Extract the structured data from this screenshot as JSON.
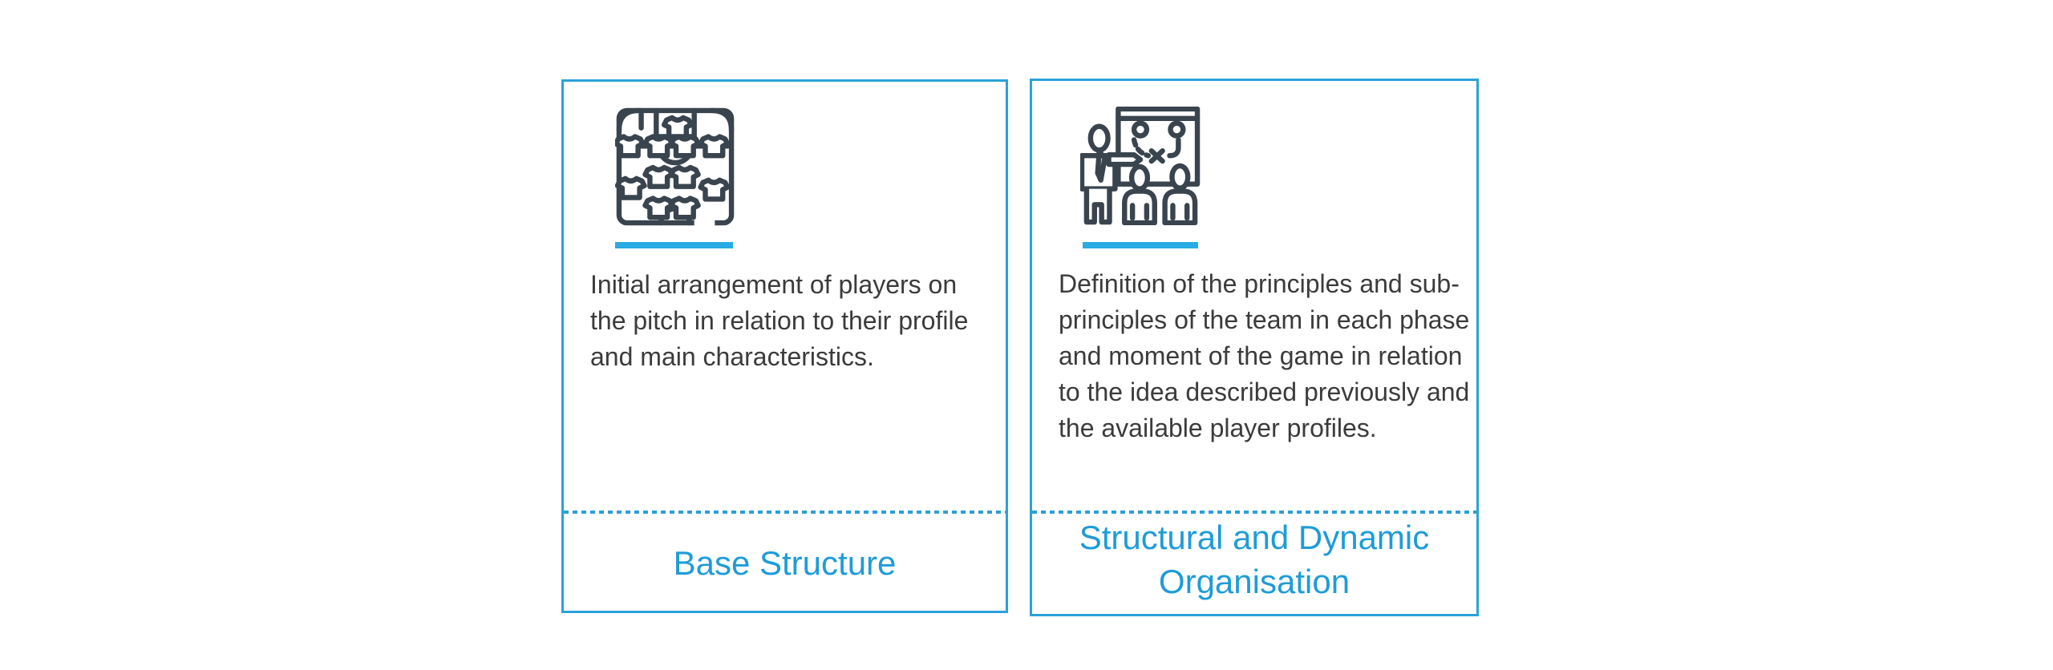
{
  "theme": {
    "border_color": "#2BA2D8",
    "title_color": "#1E9CD8",
    "accent_bar_color": "#29ACE4",
    "divider_color": "#2E9FD6",
    "icon_stroke_color": "#3A444E",
    "body_text_color": "#3B3B3B",
    "page_background": "#FFFFFF"
  },
  "cards": [
    {
      "icon": "formation-board-icon",
      "title": "Base Structure",
      "body_lines": [
        "Initial arrangement of players on",
        "the pitch in relation to their profile",
        "and main characteristics."
      ]
    },
    {
      "icon": "coach-tactics-presentation-icon",
      "title": "Structural and Dynamic Organisation",
      "title_lines": [
        "Structural and Dynamic",
        "Organisation"
      ],
      "body_lines": [
        "Definition of the principles and sub-",
        "principles of the team in each phase",
        "and moment of the game in relation",
        "to the idea described previously and",
        "the available player profiles."
      ]
    }
  ]
}
